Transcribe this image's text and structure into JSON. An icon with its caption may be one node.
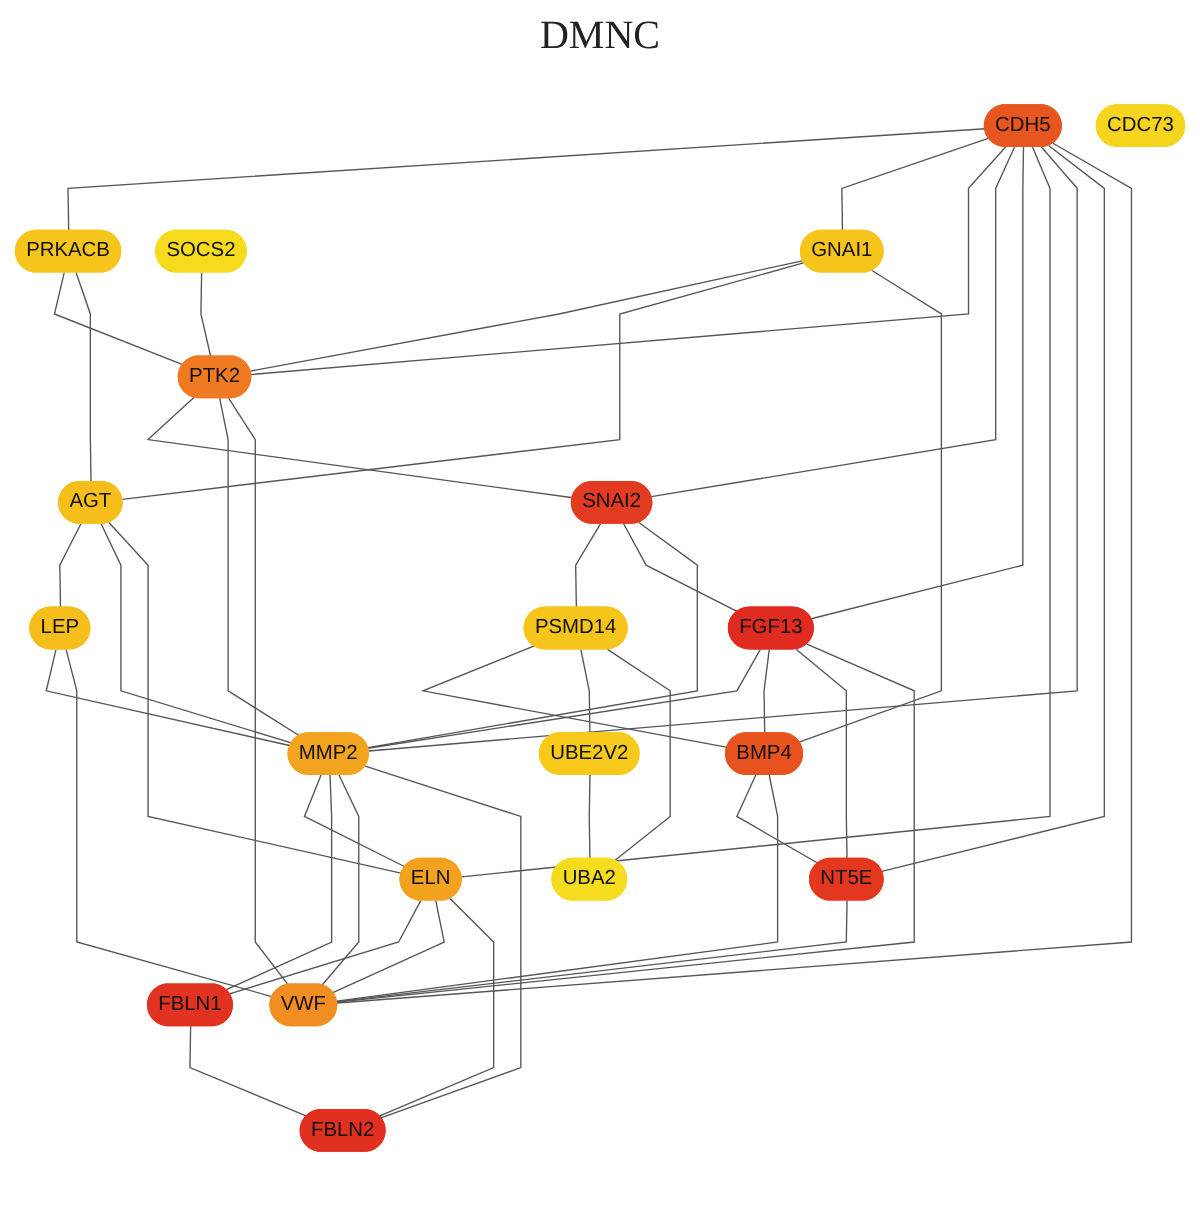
{
  "diagram": {
    "title": "DMNC",
    "nodes": [
      {
        "text": [
          "CDH5"
        ]
      },
      {
        "text": [
          "PRKACB"
        ]
      },
      {
        "text": [
          "SOCS2"
        ]
      },
      {
        "text": [
          "GNAI1"
        ]
      },
      {
        "text": [
          "PTK2"
        ]
      },
      {
        "text": [
          "AGT"
        ]
      },
      {
        "text": [
          "SNAI2"
        ]
      },
      {
        "text": [
          "CDC73"
        ]
      },
      {
        "text": [
          "PSMD14"
        ]
      },
      {
        "text": [
          "LEP"
        ]
      },
      {
        "text": [
          "FGF13"
        ]
      },
      {
        "text": [
          "MMP2"
        ]
      },
      {
        "text": [
          "BMP4"
        ]
      },
      {
        "text": [
          "UBE2V2"
        ]
      },
      {
        "text": [
          "ELN"
        ]
      },
      {
        "text": [
          "UBA2"
        ]
      },
      {
        "text": [
          "FBLN1"
        ]
      },
      {
        "text": [
          "NT5E"
        ]
      },
      {
        "text": [
          "VWF"
        ]
      },
      {
        "text": [
          "FBLN2"
        ]
      }
    ],
    "edges": [
      {
        "from": 0,
        "to": 1,
        "arrow": "none"
      },
      {
        "from": 0,
        "to": 3,
        "arrow": "none"
      },
      {
        "from": 0,
        "to": 4,
        "arrow": "none"
      },
      {
        "from": 0,
        "to": 6,
        "arrow": "none"
      },
      {
        "from": 0,
        "to": 10,
        "arrow": "none"
      },
      {
        "from": 0,
        "to": 14,
        "arrow": "none"
      },
      {
        "from": 0,
        "to": 11,
        "arrow": "none"
      },
      {
        "from": 0,
        "to": 17,
        "arrow": "none"
      },
      {
        "from": 0,
        "to": 18,
        "arrow": "none"
      },
      {
        "from": 1,
        "to": 4,
        "arrow": "none"
      },
      {
        "from": 1,
        "to": 5,
        "arrow": "none"
      },
      {
        "from": 2,
        "to": 4,
        "arrow": "none"
      },
      {
        "from": 3,
        "to": 4,
        "arrow": "none"
      },
      {
        "from": 3,
        "to": 5,
        "arrow": "none"
      },
      {
        "from": 3,
        "to": 12,
        "arrow": "none"
      },
      {
        "from": 4,
        "to": 6,
        "arrow": "none"
      },
      {
        "from": 4,
        "to": 11,
        "arrow": "none"
      },
      {
        "from": 4,
        "to": 18,
        "arrow": "none"
      },
      {
        "from": 5,
        "to": 9,
        "arrow": "none"
      },
      {
        "from": 5,
        "to": 11,
        "arrow": "none"
      },
      {
        "from": 5,
        "to": 14,
        "arrow": "none"
      },
      {
        "from": 6,
        "to": 8,
        "arrow": "none"
      },
      {
        "from": 6,
        "to": 10,
        "arrow": "none"
      },
      {
        "from": 6,
        "to": 11,
        "arrow": "none"
      },
      {
        "from": 8,
        "to": 12,
        "arrow": "none"
      },
      {
        "from": 8,
        "to": 13,
        "arrow": "none"
      },
      {
        "from": 8,
        "to": 15,
        "arrow": "none"
      },
      {
        "from": 9,
        "to": 11,
        "arrow": "none"
      },
      {
        "from": 9,
        "to": 18,
        "arrow": "none"
      },
      {
        "from": 10,
        "to": 11,
        "arrow": "none"
      },
      {
        "from": 10,
        "to": 12,
        "arrow": "none"
      },
      {
        "from": 10,
        "to": 17,
        "arrow": "none"
      },
      {
        "from": 10,
        "to": 18,
        "arrow": "none"
      },
      {
        "from": 11,
        "to": 14,
        "arrow": "none"
      },
      {
        "from": 11,
        "to": 16,
        "arrow": "none"
      },
      {
        "from": 11,
        "to": 18,
        "arrow": "none"
      },
      {
        "from": 11,
        "to": 19,
        "arrow": "none"
      },
      {
        "from": 12,
        "to": 17,
        "arrow": "none"
      },
      {
        "from": 12,
        "to": 18,
        "arrow": "none"
      },
      {
        "from": 13,
        "to": 15,
        "arrow": "none"
      },
      {
        "from": 14,
        "to": 16,
        "arrow": "none"
      },
      {
        "from": 14,
        "to": 18,
        "arrow": "none"
      },
      {
        "from": 14,
        "to": 19,
        "arrow": "none"
      },
      {
        "from": 16,
        "to": 19,
        "arrow": "none"
      },
      {
        "from": 17,
        "to": 18,
        "arrow": "none"
      }
    ]
  }
}
